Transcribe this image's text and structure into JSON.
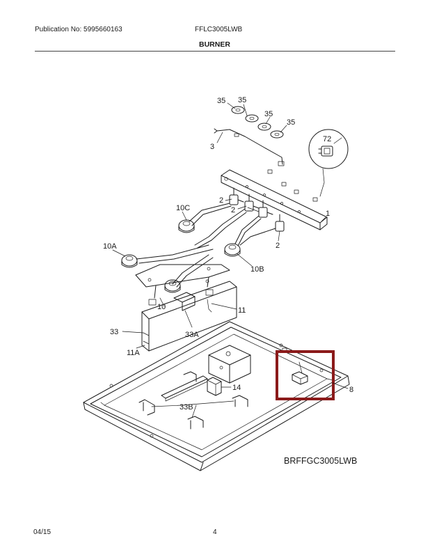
{
  "header": {
    "publication": "Publication No: 5995660163",
    "model": "FFLC3005LWB",
    "section": "BURNER"
  },
  "footer": {
    "date": "04/15",
    "page": "4"
  },
  "diagram": {
    "reference_code": "BRFFGC3005LWB",
    "highlight_color": "#8b1a1a",
    "labels": {
      "l35a": "35",
      "l35b": "35",
      "l35c": "35",
      "l35d": "35",
      "l72": "72",
      "l3": "3",
      "l1": "1",
      "l2a": "2",
      "l2b": "2",
      "l2c": "2",
      "l10c": "10C",
      "l10a": "10A",
      "l10b": "10B",
      "l10": "10",
      "l11": "11",
      "l33": "33",
      "l33a": "33A",
      "l11a": "11A",
      "l14": "14",
      "l33b": "33B",
      "l8": "8"
    }
  }
}
